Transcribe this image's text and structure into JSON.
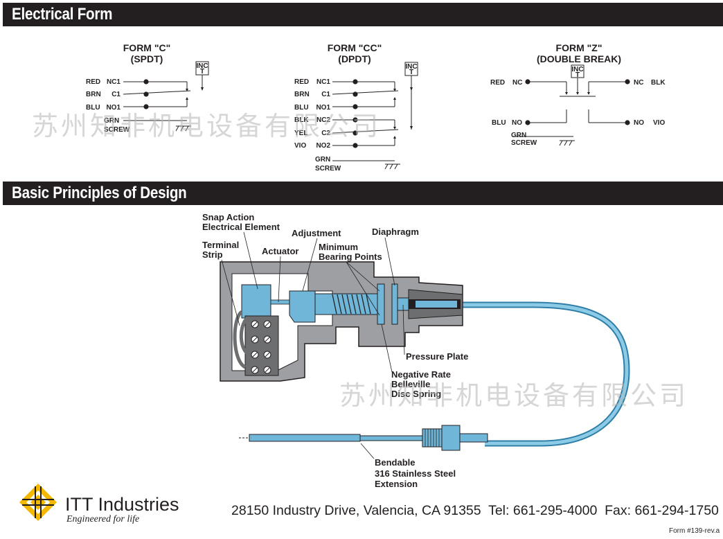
{
  "sections": {
    "electrical_form": "Electrical Form",
    "basic_principles": "Basic Principles of Design"
  },
  "inc_t": {
    "line1": "INC",
    "line2": "T"
  },
  "form_c": {
    "title": "FORM \"C\"",
    "subtitle": "(SPDT)",
    "rows": [
      {
        "color": "RED",
        "terminal": "NC1"
      },
      {
        "color": "BRN",
        "terminal": "C1"
      },
      {
        "color": "BLU",
        "terminal": "NO1"
      }
    ],
    "ground": {
      "line1": "GRN",
      "line2": "SCREW"
    }
  },
  "form_cc": {
    "title": "FORM \"CC\"",
    "subtitle": "(DPDT)",
    "rows": [
      {
        "color": "RED",
        "terminal": "NC1"
      },
      {
        "color": "BRN",
        "terminal": "C1"
      },
      {
        "color": "BLU",
        "terminal": "NO1"
      },
      {
        "color": "BLK",
        "terminal": "NC2"
      },
      {
        "color": "YEL",
        "terminal": "C2"
      },
      {
        "color": "VIO",
        "terminal": "NO2"
      }
    ],
    "ground": {
      "line1": "GRN",
      "line2": "SCREW"
    }
  },
  "form_z": {
    "title": "FORM \"Z\"",
    "subtitle": "(DOUBLE BREAK)",
    "left": [
      {
        "color": "RED",
        "terminal": "NC"
      },
      {
        "color": "BLU",
        "terminal": "NO"
      }
    ],
    "right": [
      {
        "terminal": "NC",
        "color": "BLK"
      },
      {
        "terminal": "NO",
        "color": "VIO"
      }
    ],
    "ground": {
      "line1": "GRN",
      "line2": "SCREW"
    }
  },
  "design_labels": {
    "snap_action": {
      "line1": "Snap Action",
      "line2": "Electrical Element"
    },
    "terminal_strip": {
      "line1": "Terminal",
      "line2": "Strip"
    },
    "actuator": "Actuator",
    "adjustment": "Adjustment",
    "min_bearing": {
      "line1": "Minimum",
      "line2": "Bearing Points"
    },
    "diaphragm": "Diaphragm",
    "pressure_plate": "Pressure Plate",
    "belleville": {
      "line1": "Negative Rate",
      "line2": "Belleville",
      "line3": "Disc Spring"
    },
    "bendable": {
      "line1": "Bendable",
      "line2": "316 Stainless Steel",
      "line3": "Extension"
    }
  },
  "watermark": "苏州知非机电设备有限公司",
  "footer": {
    "brand": "ITT Industries",
    "tagline": "Engineered for life",
    "address": "28150 Industry Drive, Valencia, CA 91355  Tel: 661-295-4000  Fax: 661-294-1750",
    "form_number": "Form #139-rev.a"
  },
  "colors": {
    "bar": "#231f20",
    "body_gray": "#9d9fa2",
    "dark_gray": "#6d6e70",
    "blue": "#6fb6d8",
    "dark_blue": "#2f7ea8",
    "logo_yellow": "#f4b800"
  }
}
